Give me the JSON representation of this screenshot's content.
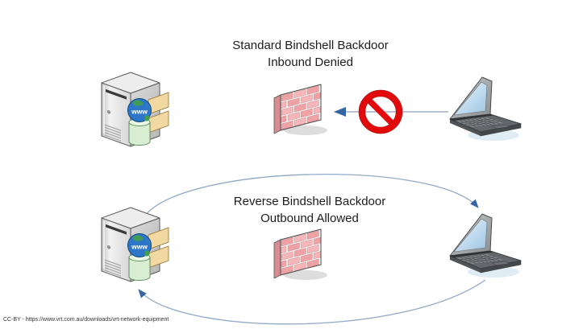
{
  "sections": {
    "top": {
      "title_line1": "Standard Bindshell Backdoor",
      "title_line2": "Inbound Denied"
    },
    "bottom": {
      "title_line1": "Reverse Bindshell Backdoor",
      "title_line2": "Outbound Allowed"
    }
  },
  "icons": {
    "server_globe_label": "www",
    "server": "web-server-tower",
    "firewall": "brick-wall-firewall",
    "laptop": "laptop-computer",
    "prohibition": "no-entry-sign"
  },
  "palette": {
    "background": "#ffffff",
    "title_text": "#1c1c1c",
    "prohibition_red": "#e20a0a",
    "arrowhead_blue": "#3465a4",
    "arc_line_blue": "#90a9c8",
    "brick_pink": "#f2abac",
    "screen_blue": "#bcd9ef"
  },
  "footer": {
    "credit": "CC-BY - https://www.vrt.com.au/downloads/vrt-network-equipment"
  }
}
